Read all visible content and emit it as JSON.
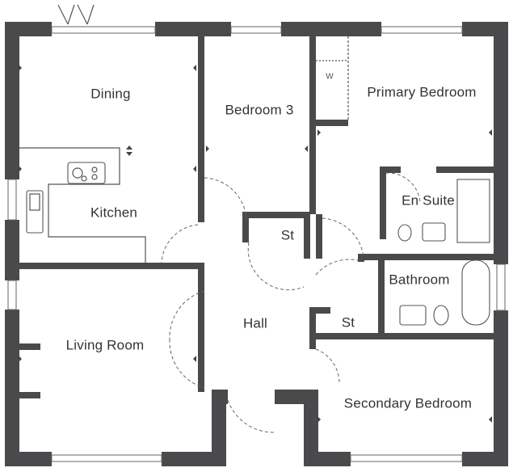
{
  "rooms": {
    "dining": "Dining",
    "bedroom3": "Bedroom 3",
    "primary_bedroom": "Primary Bedroom",
    "wardrobe": "W",
    "en_suite": "En Suite",
    "kitchen": "Kitchen",
    "store1": "St",
    "bathroom": "Bathroom",
    "hall": "Hall",
    "store2": "St",
    "living_room": "Living Room",
    "secondary_bedroom": "Secondary Bedroom"
  },
  "colors": {
    "wall": "#4a4a4d",
    "line": "#555555",
    "text": "#333333"
  }
}
